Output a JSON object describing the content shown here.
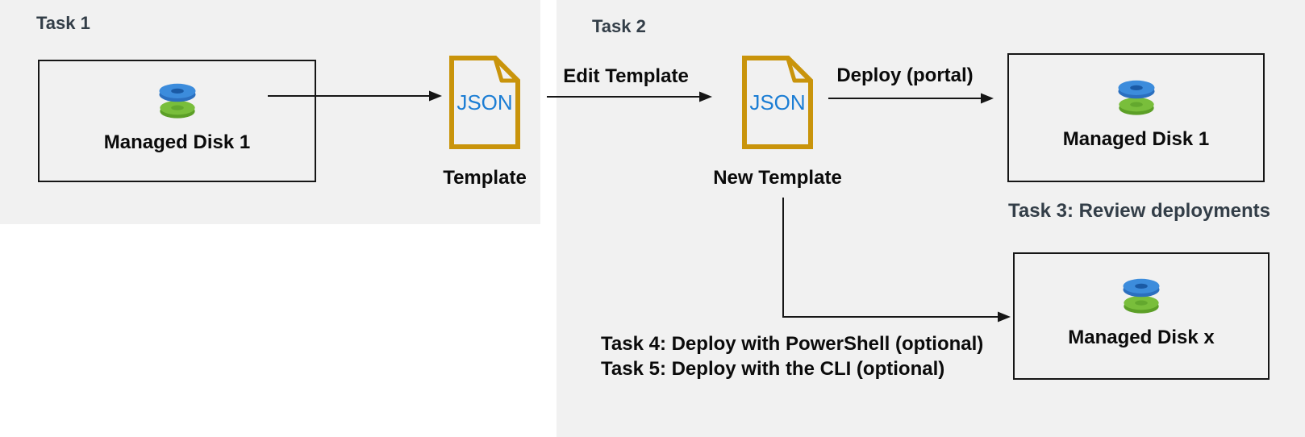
{
  "colors": {
    "panel_gray": "#f1f1f1",
    "heading_slate": "#333e48",
    "label_black": "#0b0b0b",
    "line_black": "#161616",
    "doc_gold": "#c9940b",
    "json_blue": "#1b7dd4",
    "disk_blue_top": "#3c8cdc",
    "disk_blue_rim": "#2b6fbf",
    "disk_blue_hole": "#1a5aa5",
    "disk_green_top": "#79be3b",
    "disk_green_rim": "#5c9f27",
    "disk_green_hole": "#63a82e"
  },
  "headings": {
    "task1": "Task 1",
    "task2": "Task 2",
    "task3": "Task 3: Review deployments"
  },
  "nodes": {
    "disk1_left": {
      "label": "Managed Disk 1"
    },
    "template": {
      "icon_text": "JSON",
      "label": "Template"
    },
    "new_template": {
      "icon_text": "JSON",
      "label": "New Template"
    },
    "disk1_right": {
      "label": "Managed Disk 1"
    },
    "disk_x": {
      "label": "Managed Disk x"
    }
  },
  "arrows": {
    "edit_template": "Edit Template",
    "deploy_portal": "Deploy (portal)"
  },
  "notes": {
    "task4": "Task 4: Deploy with PowerShell (optional)",
    "task5": "Task 5: Deploy with the CLI (optional)"
  }
}
